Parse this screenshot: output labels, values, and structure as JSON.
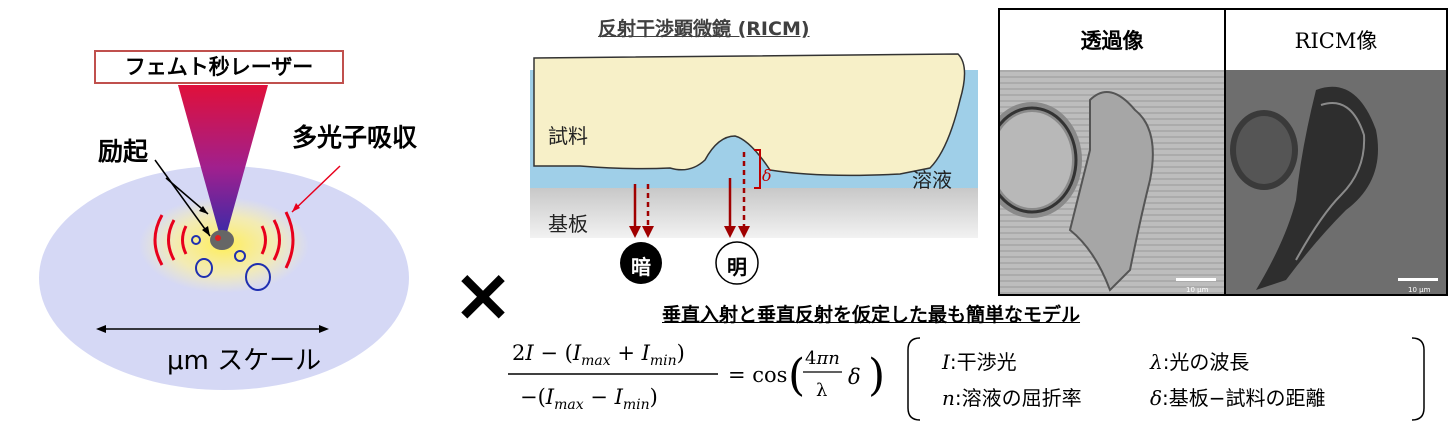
{
  "left": {
    "laser_label": "フェムト秒レーザー",
    "excitation_label": "励起",
    "mpa_label": "多光子吸収",
    "scale_label": "μm スケール"
  },
  "ricm": {
    "title": "反射干渉顕微鏡 (RICM)",
    "sample_label": "試料",
    "solution_label": "溶液",
    "substrate_label": "基板",
    "delta_label": "δ",
    "dark_label": "暗",
    "bright_label": "明"
  },
  "images": {
    "header_left": "透過像",
    "header_right": "RICM像",
    "scalebar_left": "10 μm",
    "scalebar_right": "10 μm"
  },
  "cross_symbol": "×",
  "model": {
    "title": "垂直入射と垂直反射を仮定した最も簡単なモデル",
    "legend": [
      {
        "symbol": "I",
        "text": ":干渉光"
      },
      {
        "symbol": "λ",
        "text": ":光の波長"
      },
      {
        "symbol": "n",
        "text": ":溶液の屈折率"
      },
      {
        "symbol": "δ",
        "text": ":基板−試料の距離"
      }
    ]
  },
  "colors": {
    "laser_border": "#c0504d",
    "arrow_red": "#c00000",
    "solution_blue": "#9fcfe8",
    "sample_fill": "#f7f0c8",
    "ellipse_fill": "#d5d8f5",
    "bubble_blue": "#1f2fb0"
  }
}
